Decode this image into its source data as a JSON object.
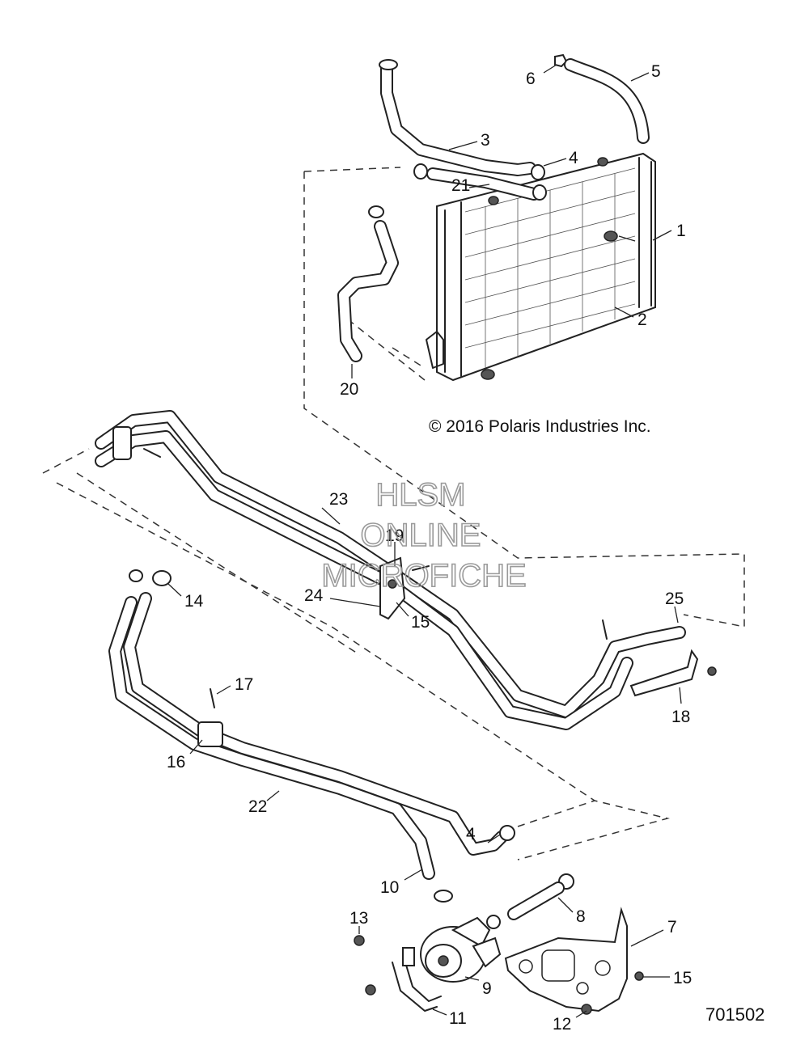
{
  "copyright": "© 2016 Polaris Industries Inc.",
  "document_number": "701502",
  "watermark": {
    "line1": "HLSM",
    "line2": "ONLINE",
    "line3": "MICROFICHE"
  },
  "callouts": {
    "c1": "1",
    "c2": "2",
    "c3": "3",
    "c4a": "4",
    "c4b": "4",
    "c5": "5",
    "c6": "6",
    "c7": "7",
    "c8": "8",
    "c9": "9",
    "c10": "10",
    "c11": "11",
    "c12": "12",
    "c13": "13",
    "c14": "14",
    "c15a": "15",
    "c15b": "15",
    "c16": "16",
    "c17": "17",
    "c18": "18",
    "c19": "19",
    "c20": "20",
    "c21": "21",
    "c22": "22",
    "c23": "23",
    "c24": "24",
    "c25": "25"
  }
}
